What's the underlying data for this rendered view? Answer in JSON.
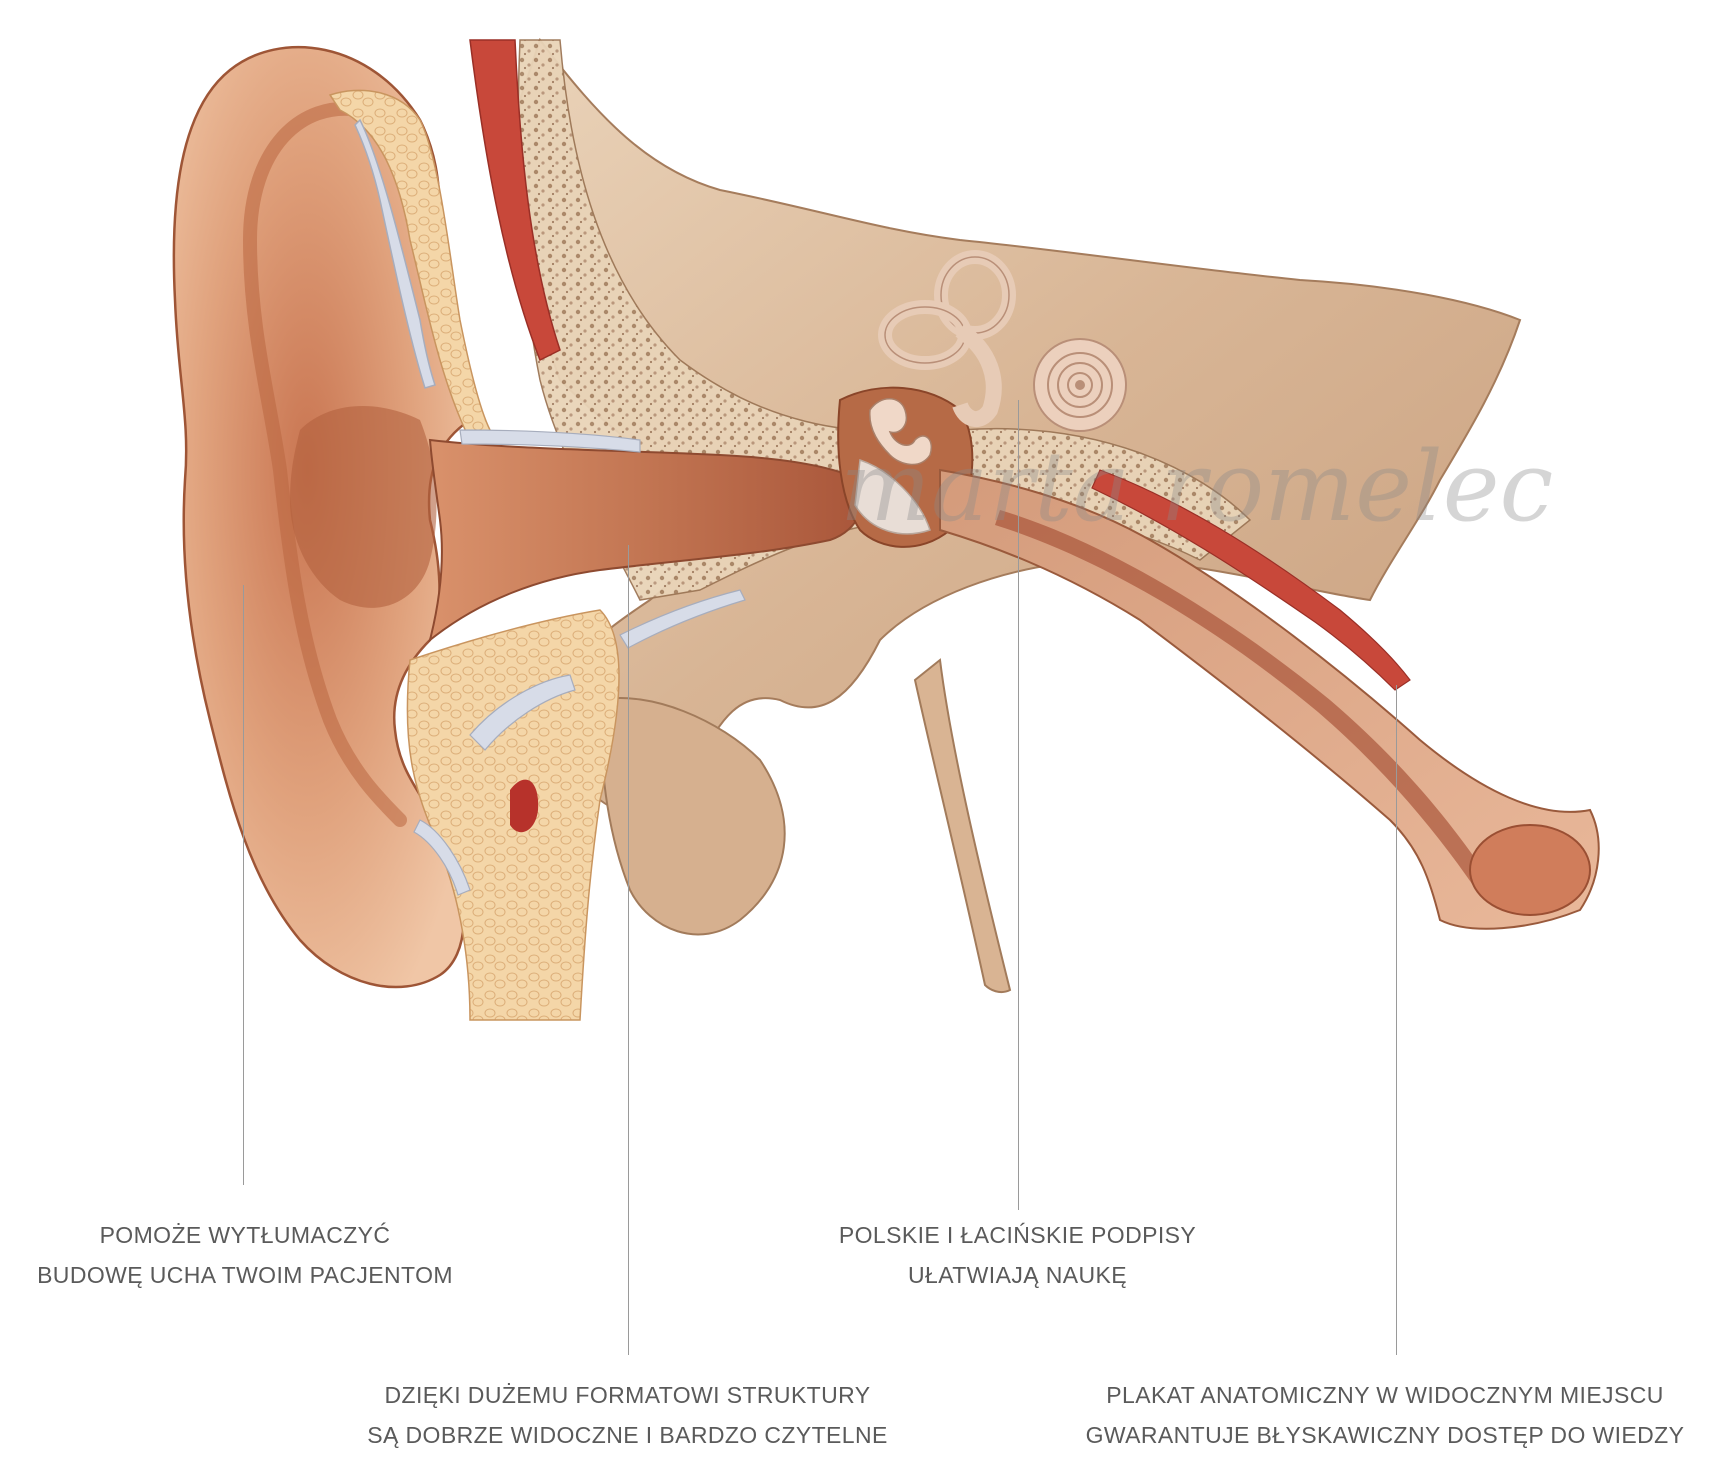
{
  "colors": {
    "skin": "#e3a47f",
    "skin_dark": "#b8613f",
    "muscle": "#c8483a",
    "bone": "#d9b99a",
    "spongy_bone": "#e8d3b8",
    "cartilage": "#d8dde8",
    "fat": "#f3d2a2",
    "canal": "#c57a58",
    "line": "#9a9a9a",
    "text": "#5a5a5a"
  },
  "watermark": "marta romelec",
  "captions": [
    {
      "id": "explain",
      "line1": "POMOŻE WYTŁUMACZYĆ",
      "line2": "BUDOWĘ UCHA TWOIM PACJENTOM"
    },
    {
      "id": "format",
      "line1": "DZIĘKI DUŻEMU FORMATOWI STRUKTURY",
      "line2": "SĄ DOBRZE WIDOCZNE I BARDZO CZYTELNE"
    },
    {
      "id": "labels",
      "line1": "POLSKIE I ŁACIŃSKIE PODPISY",
      "line2": "UŁATWIAJĄ NAUKĘ"
    },
    {
      "id": "poster",
      "line1": "PLAKAT ANATOMICZNY W WIDOCZNYM MIEJSCU",
      "line2": "GWARANTUJE BŁYSKAWICZNY DOSTĘP DO WIEDZY"
    }
  ]
}
